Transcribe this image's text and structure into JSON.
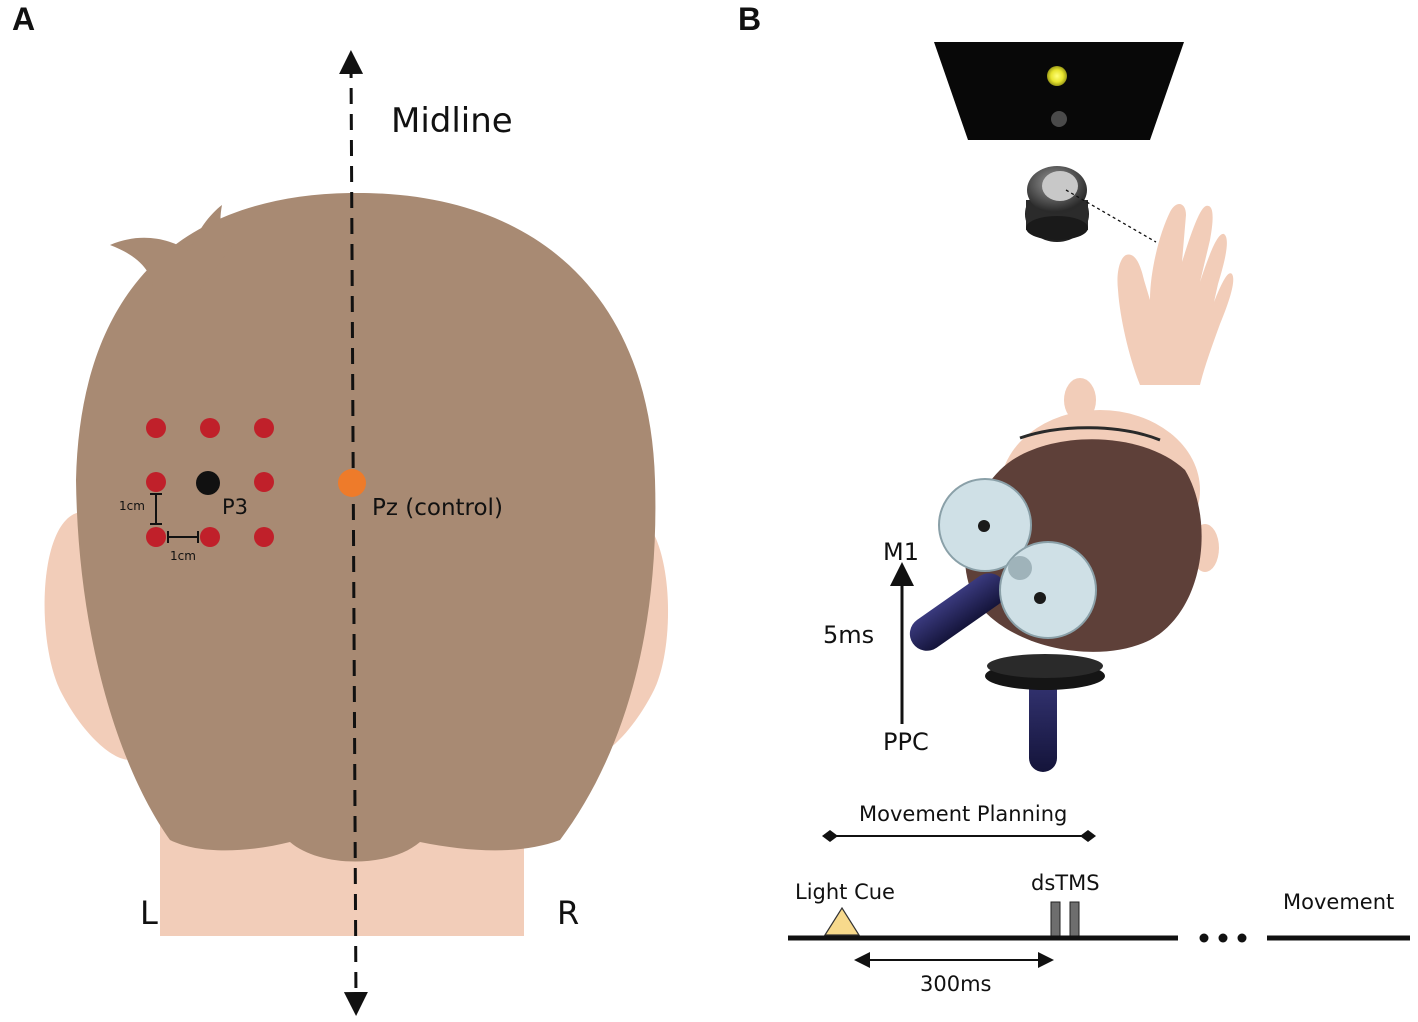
{
  "panel_a": {
    "letter": "A",
    "midline_label": "Midline",
    "left_label": "L",
    "right_label": "R",
    "p3_label": "P3",
    "pz_label": "Pz (control)",
    "spacing_vertical_label": "1cm",
    "spacing_horizontal_label": "1cm",
    "colors": {
      "skin": "#f2cdb9",
      "hair": "#a88a73",
      "stim_site": "#c0202a",
      "p3": "#111111",
      "pz": "#ee7b2a"
    }
  },
  "panel_b": {
    "letter": "B",
    "m1_label": "M1",
    "interval_label": "5ms",
    "ppc_label": "PPC",
    "timeline": {
      "planning_label": "Movement Planning",
      "cue_label": "Light Cue",
      "tms_label": "dsTMS",
      "delay_label": "300ms",
      "movement_label": "Movement"
    },
    "colors": {
      "screen": "#080808",
      "cue_light": "#f0ee3a",
      "coil": "#cfe0e6",
      "coil_handle": "#1e1e52",
      "head_hair": "#5e4039",
      "cue_triangle": "#f7d98c"
    }
  }
}
